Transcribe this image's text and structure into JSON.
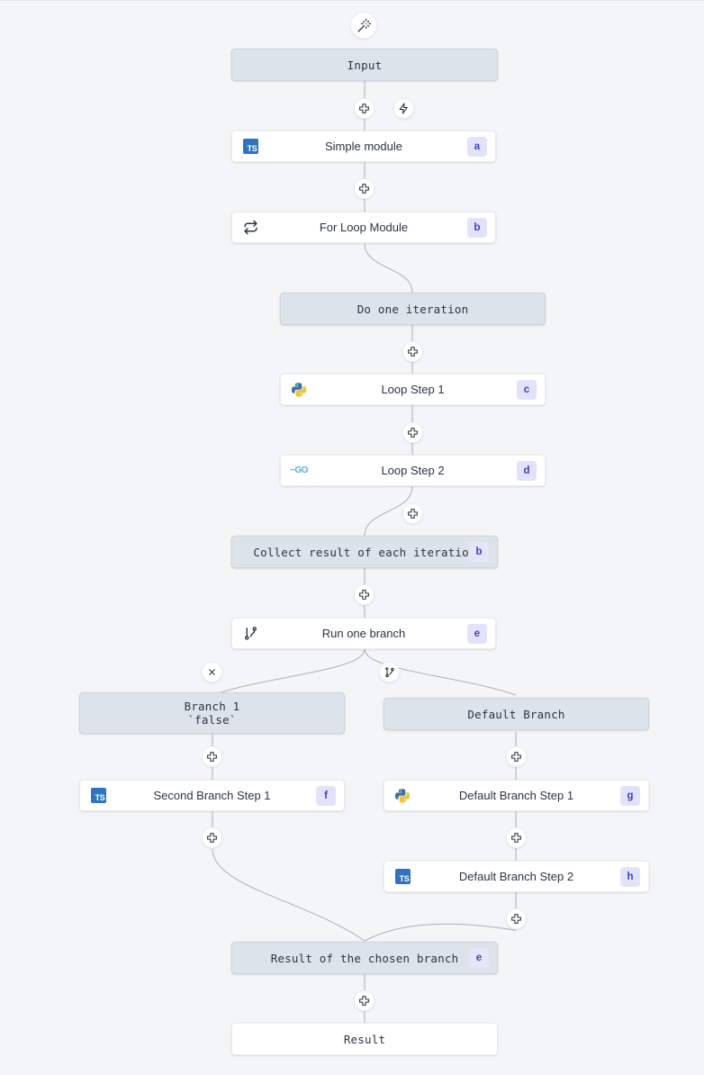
{
  "app": {
    "background": "#f4f5f7",
    "accent_badge_bg": "#e2e2fb",
    "accent_badge_fg": "#3f3fbf",
    "virtual_node_bg": "#dde3ea",
    "module_node_bg": "#ffffff"
  },
  "toolbar": {
    "ai_wand_icon": "magic-wand-icon",
    "lightning_icon": "lightning-bolt-icon",
    "plus_icon": "plus-icon",
    "close_icon": "close-icon",
    "branch_add_icon": "branch-add-icon"
  },
  "graph": {
    "nodes": [
      {
        "id": "input",
        "label": "Input",
        "kind": "virtual",
        "badge": "",
        "icon": ""
      },
      {
        "id": "simple_module",
        "label": "Simple module",
        "kind": "module",
        "badge": "a",
        "icon": "typescript-icon"
      },
      {
        "id": "for_loop",
        "label": "For Loop Module",
        "kind": "module",
        "badge": "b",
        "icon": "loop-icon"
      },
      {
        "id": "do_one_iter",
        "label": "Do one iteration",
        "kind": "virtual",
        "badge": "",
        "icon": ""
      },
      {
        "id": "loop_step_1",
        "label": "Loop Step 1",
        "kind": "module",
        "badge": "c",
        "icon": "python-icon"
      },
      {
        "id": "loop_step_2",
        "label": "Loop Step 2",
        "kind": "module",
        "badge": "d",
        "icon": "go-icon"
      },
      {
        "id": "collect",
        "label": "Collect result of each iteration",
        "kind": "virtual",
        "badge": "b",
        "icon": ""
      },
      {
        "id": "run_branch",
        "label": "Run one branch",
        "kind": "module",
        "badge": "e",
        "icon": "branch-icon"
      },
      {
        "id": "branch_1",
        "label": "Branch 1\n`false`",
        "kind": "virtual",
        "badge": "",
        "icon": ""
      },
      {
        "id": "default_branch",
        "label": "Default Branch",
        "kind": "virtual",
        "badge": "",
        "icon": ""
      },
      {
        "id": "second_b_s1",
        "label": "Second Branch Step 1",
        "kind": "module",
        "badge": "f",
        "icon": "typescript-icon"
      },
      {
        "id": "default_b_s1",
        "label": "Default Branch Step 1",
        "kind": "module",
        "badge": "g",
        "icon": "python-icon"
      },
      {
        "id": "default_b_s2",
        "label": "Default Branch Step 2",
        "kind": "module",
        "badge": "h",
        "icon": "typescript-icon"
      },
      {
        "id": "chosen_result",
        "label": "Result of the chosen branch",
        "kind": "virtual",
        "badge": "e",
        "icon": ""
      },
      {
        "id": "result",
        "label": "Result",
        "kind": "plain",
        "badge": "",
        "icon": ""
      }
    ]
  },
  "logos": {
    "typescript_text": "TS",
    "go_text": "~GO"
  }
}
